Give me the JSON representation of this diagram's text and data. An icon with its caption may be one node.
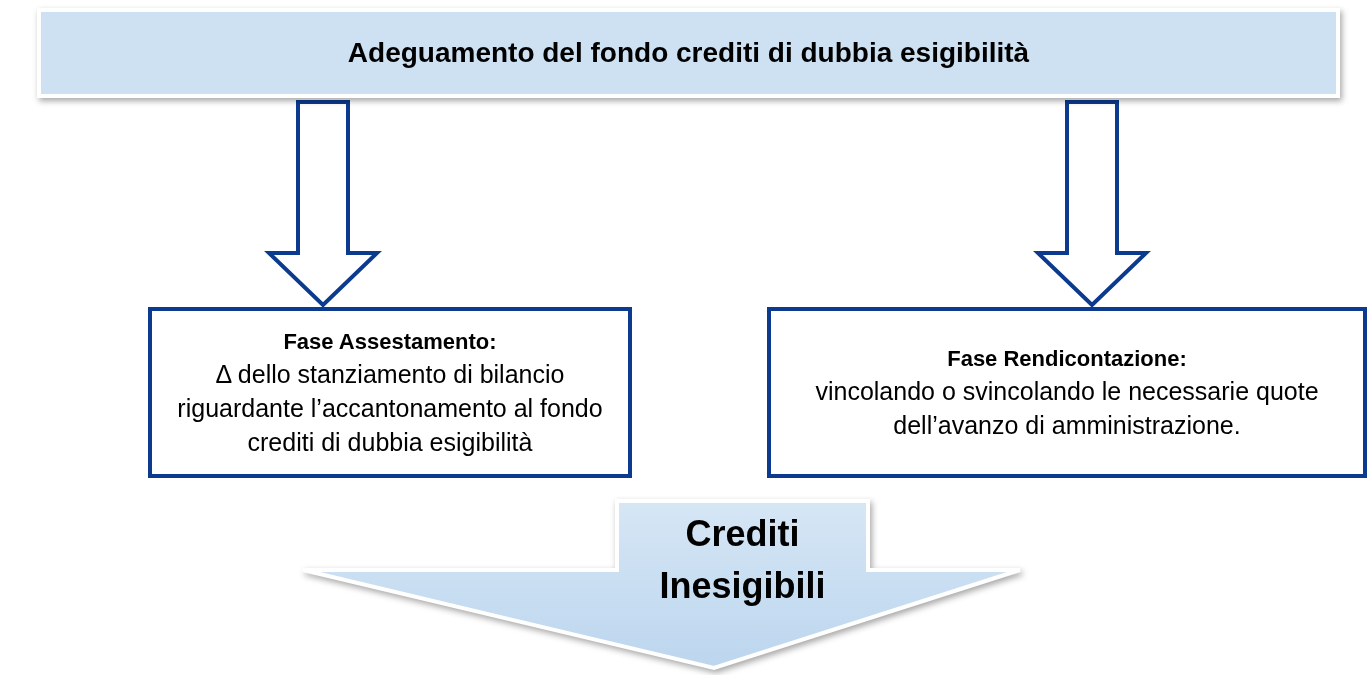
{
  "diagram": {
    "nodes": [
      {
        "text": [
          "Adeguamento del fondo crediti di dubbia esigibilità"
        ]
      },
      {
        "text": [
          "Fase Assestamento:",
          "Δ dello stanziamento di bilancio riguardante l’accantonamento al fondo crediti di dubbia esigibilità"
        ]
      },
      {
        "text": [
          "Fase Rendicontazione:",
          "vincolando o svincolando le necessarie quote dell’avanzo di amministrazione."
        ]
      },
      {
        "text": [
          "Crediti Inesigibili"
        ]
      }
    ],
    "edges": [
      {
        "from": 0,
        "to": 1,
        "arrow": "to"
      },
      {
        "from": 0,
        "to": 2,
        "arrow": "to"
      }
    ]
  }
}
